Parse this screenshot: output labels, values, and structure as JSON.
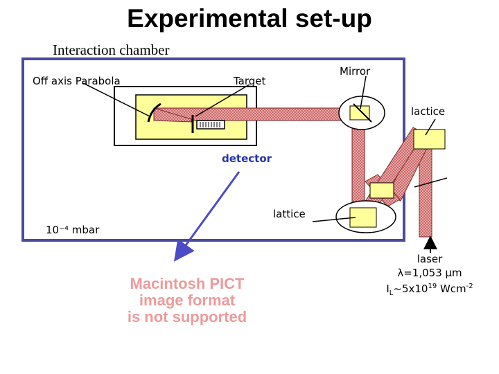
{
  "title": "Experimental set-up",
  "chamber_label": "Interaction chamber",
  "labels": {
    "parabola": "Off axis Parabola",
    "target": "Target",
    "mirror": "Mirror",
    "lactice": "lactice",
    "detector": "detector",
    "lattice": "lattice",
    "pressure": "10⁻⁴ mbar"
  },
  "laser": {
    "name": "laser",
    "wavelength": "λ=1,053 µm",
    "intensity_prefix": "I",
    "intensity_sub": "L",
    "intensity_base": "~5x10",
    "intensity_exp": "19",
    "intensity_unit": " Wcm",
    "intensity_unit_exp": "-2"
  },
  "placeholder": {
    "line1": "Macintosh PICT",
    "line2": "image format",
    "line3": "is not supported"
  },
  "colors": {
    "chamber_border": "#4a4aa0",
    "stage_fill": "#ffff99",
    "beam": "#d98888",
    "pict_text": "#ef9a9a",
    "detector_text": "#2233aa",
    "arrow": "#4b4bc8"
  }
}
